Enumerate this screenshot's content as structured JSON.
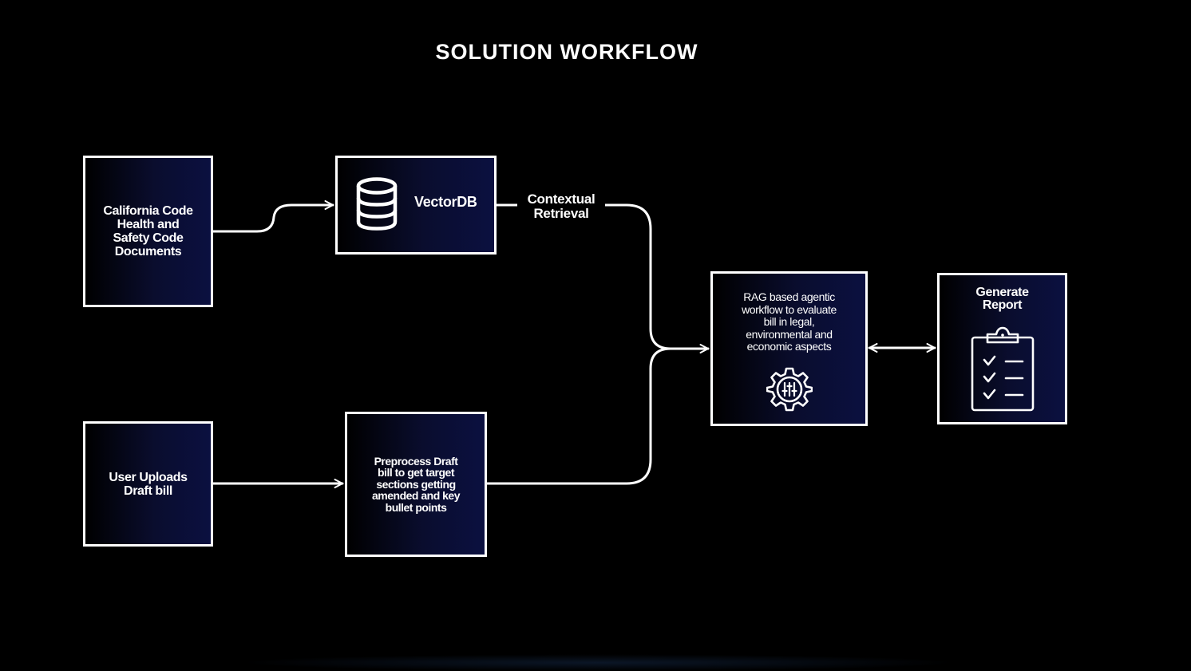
{
  "title": "SOLUTION WORKFLOW",
  "colors": {
    "background": "#000000",
    "box_fill_dark": "#000000",
    "box_fill_navy": "#0b1040",
    "line": "#ffffff",
    "text": "#ffffff"
  },
  "nodes": {
    "california_code": {
      "label": "California Code\nHealth and\nSafety Code\nDocuments"
    },
    "vectordb": {
      "label": "VectorDB",
      "icon": "database-icon"
    },
    "user_uploads": {
      "label": "User Uploads\nDraft bill"
    },
    "preprocess": {
      "label": "Preprocess Draft\nbill to get target\nsections getting\namended and key\nbullet points"
    },
    "rag_workflow": {
      "label": "RAG based agentic\nworkflow to evaluate\nbill in legal,\nenvironmental and\neconomic aspects",
      "icon": "gear-settings-icon"
    },
    "generate_report": {
      "label": "Generate\nReport",
      "icon": "clipboard-checklist-icon"
    }
  },
  "edges": [
    {
      "from": "california_code",
      "to": "vectordb",
      "label": ""
    },
    {
      "from": "vectordb",
      "to": "rag_workflow",
      "label": "Contextual\nRetrieval"
    },
    {
      "from": "user_uploads",
      "to": "preprocess",
      "label": ""
    },
    {
      "from": "preprocess",
      "to": "rag_workflow",
      "label": ""
    },
    {
      "from": "rag_workflow",
      "to": "generate_report",
      "label": "",
      "bidirectional": true
    }
  ]
}
